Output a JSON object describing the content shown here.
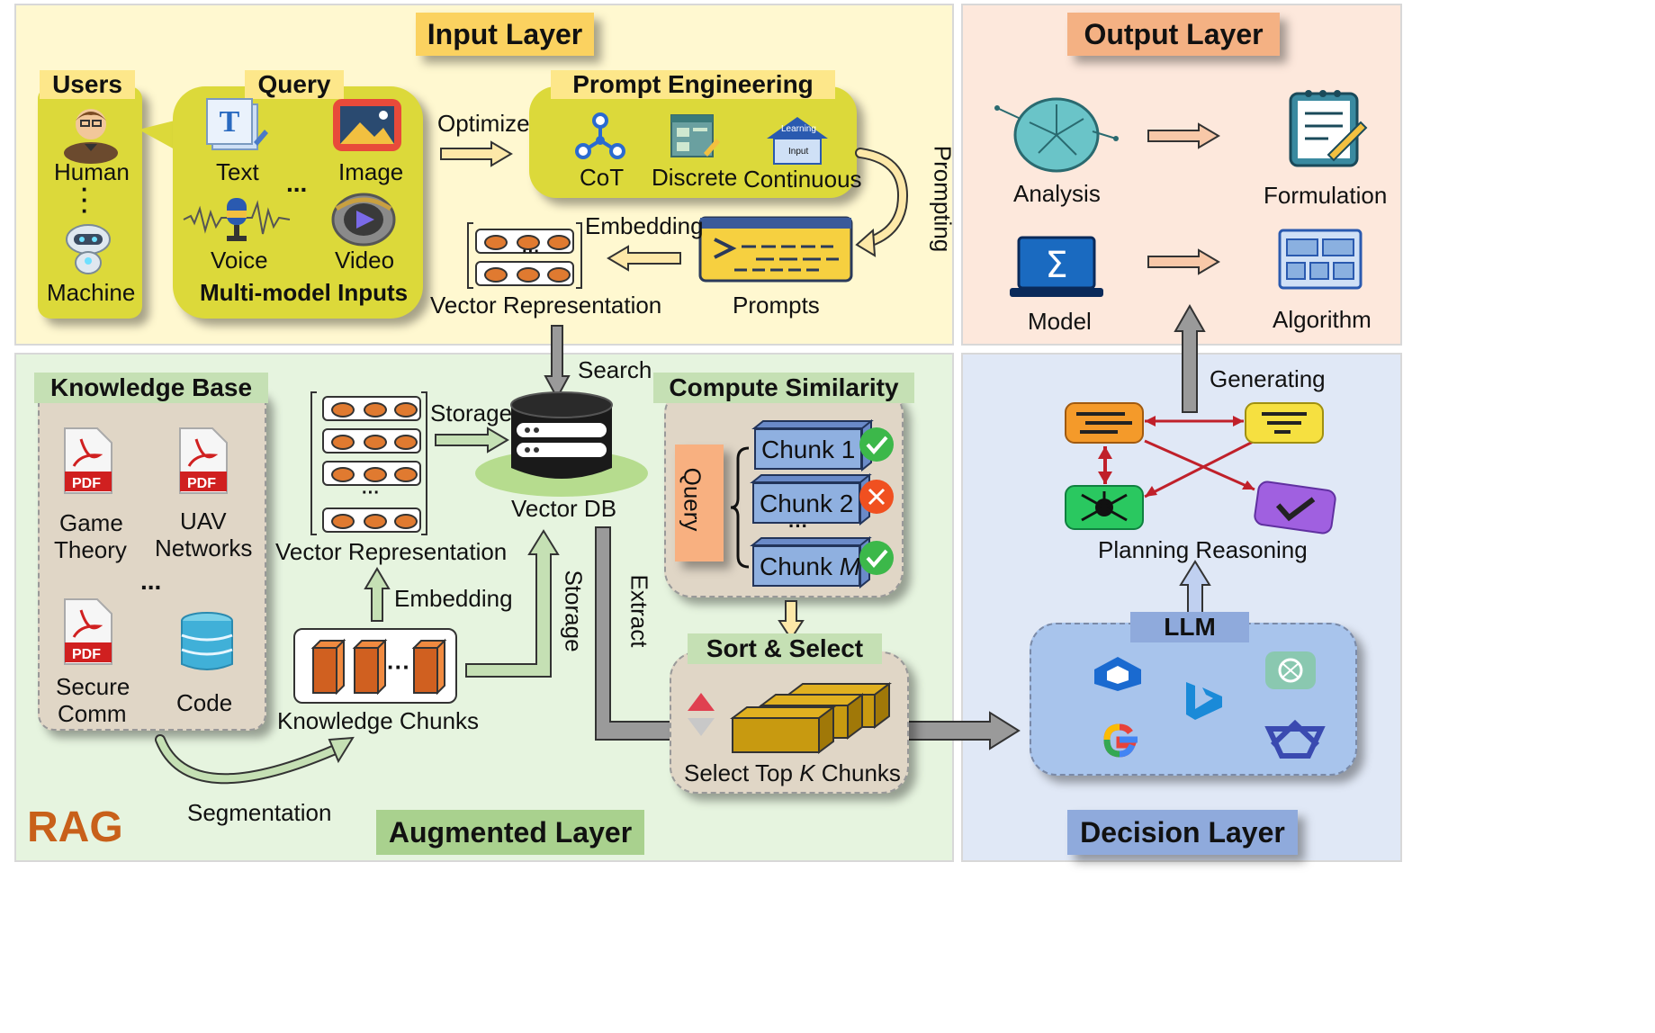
{
  "layers": {
    "input": "Input Layer",
    "output": "Output Layer",
    "augmented": "Augmented Layer",
    "decision": "Decision Layer",
    "rag": "RAG"
  },
  "input_layer": {
    "users_title": "Users",
    "human": "Human",
    "machine": "Machine",
    "query_title": "Query",
    "text": "Text",
    "image": "Image",
    "voice": "Voice",
    "video": "Video",
    "ellipsis": "...",
    "multimodel": "Multi-model Inputs",
    "optimize": "Optimize",
    "prompt_engineering_title": "Prompt Engineering",
    "cot": "CoT",
    "discrete": "Discrete",
    "continuous": "Continuous",
    "learning": "Learning",
    "input_small": "Input",
    "prompting": "Prompting",
    "embedding": "Embedding",
    "vector_representation": "Vector Representation",
    "prompts": "Prompts"
  },
  "output_layer": {
    "analysis": "Analysis",
    "formulation": "Formulation",
    "model": "Model",
    "algorithm": "Algorithm"
  },
  "augmented_layer": {
    "knowledge_base_title": "Knowledge Base",
    "pdf": "PDF",
    "game_theory_1": "Game",
    "game_theory_2": "Theory",
    "uav_1": "UAV",
    "uav_2": "Networks",
    "secure_1": "Secure",
    "secure_2": "Comm",
    "code": "Code",
    "ellipsis": "...",
    "storage": "Storage",
    "vector_representation": "Vector Representation",
    "embedding": "Embedding",
    "knowledge_chunks": "Knowledge Chunks",
    "segmentation": "Segmentation",
    "search": "Search",
    "vector_db": "Vector DB",
    "storage_vertical": "Storage",
    "extract": "Extract",
    "compute_similarity_title": "Compute Similarity",
    "query": "Query",
    "chunks": [
      "Chunk 1",
      "Chunk 2",
      "Chunk M"
    ],
    "sort_select_title": "Sort & Select",
    "select_top_k": "Select Top K Chunks"
  },
  "decision_layer": {
    "generating": "Generating",
    "planning_reasoning": "Planning Reasoning",
    "llm": "LLM"
  },
  "colors": {
    "input_bg": "#fff8d0",
    "output_bg": "#fde8dc",
    "augmented_bg": "#e6f4df",
    "decision_bg": "#e0e8f6",
    "yellow_box": "#dcd93a",
    "rag_text": "#c8601a"
  }
}
